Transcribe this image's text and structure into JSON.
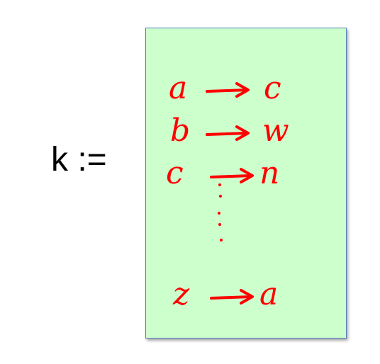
{
  "label": "k :=",
  "mappings": [
    {
      "from": "a",
      "to": "c"
    },
    {
      "from": "b",
      "to": "w"
    },
    {
      "from": "c",
      "to": "n"
    },
    {
      "from": "z",
      "to": "a"
    }
  ],
  "colors": {
    "ink": "#ff0000",
    "box_fill": "#ccffcc",
    "box_border": "#4f81bd"
  }
}
